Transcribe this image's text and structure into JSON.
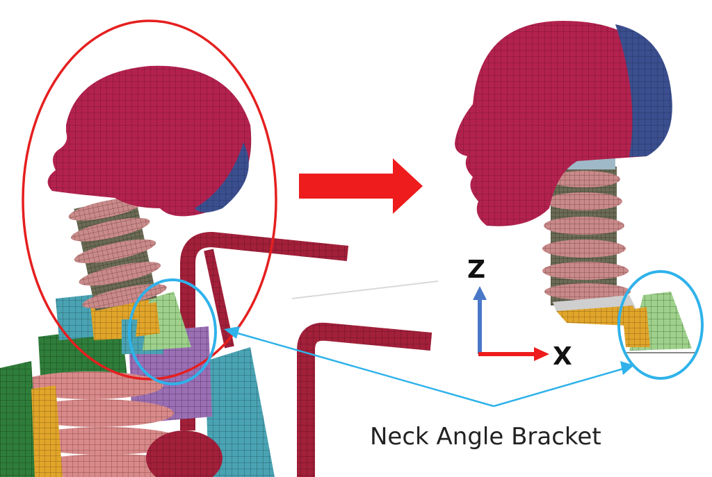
{
  "figure": {
    "axis_z_label": "Z",
    "axis_x_label": "X",
    "callout_label": "Neck Angle Bracket"
  },
  "colors": {
    "head": "#b3224f",
    "head_back": "#3b4f8f",
    "neck_disc": "#c98a8a",
    "neck_core": "#6b6b55",
    "bracket": "#9fd18c",
    "bracket_base": "#e0a52a",
    "frame": "#a3203a",
    "torso_green": "#2f7d3a",
    "torso_purple": "#9a6fb3",
    "torso_cyan": "#4aa3b3",
    "rib": "#d88a8a",
    "highlight_red": "#e51f1f",
    "highlight_blue": "#2fb2ea",
    "arrow_red": "#ee1c1c",
    "axis_blue": "#4a78c8",
    "axis_red": "#ee1c1c"
  },
  "icons": {
    "transform_arrow": "right-arrow-icon",
    "z_axis": "up-arrow-icon",
    "x_axis": "right-arrow-icon"
  }
}
